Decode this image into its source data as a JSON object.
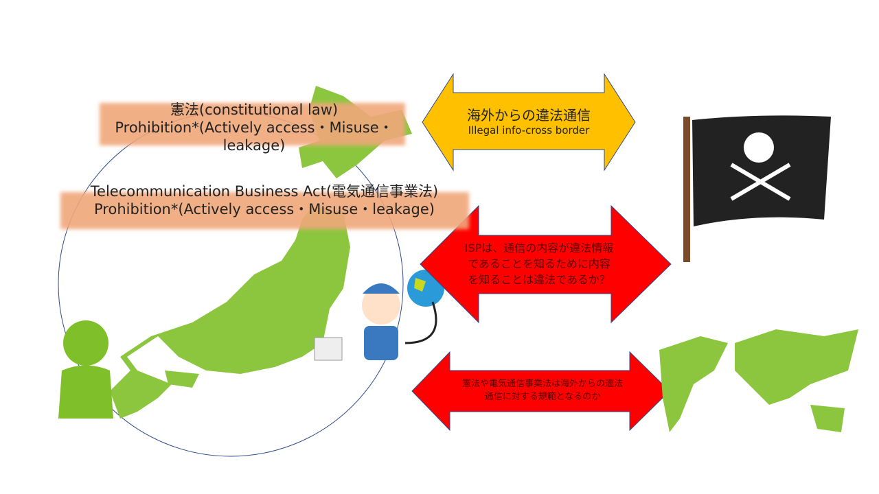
{
  "constitution": {
    "title": "憲法(constitutional law)",
    "line1": "Prohibition*(Actively access・Misuse・",
    "line2": "leakage)"
  },
  "telecom": {
    "title": "Telecommunication Business Act(電気通信事業法)",
    "line1": "Prohibition*(Actively access・Misuse・leakage)"
  },
  "arrow_top": {
    "ja": "海外からの違法通信",
    "en": "Illegal info-cross border",
    "color": "#ffc000"
  },
  "arrow_mid": {
    "lines": [
      "ISPは、通信の内容が違法情報",
      "であることを知るために内容",
      "を知ることは違法であるか？"
    ],
    "color": "#ff0000"
  },
  "arrow_bottom": {
    "lines": [
      "憲法や電気通信事業法は海外からの違法",
      "通信に対する規範となるのか"
    ],
    "color": "#ff0000"
  }
}
